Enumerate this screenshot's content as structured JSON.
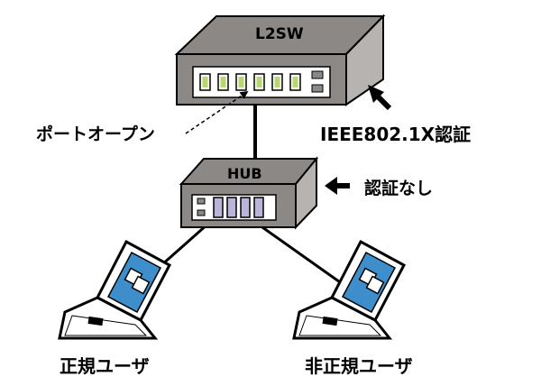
{
  "diagram": {
    "l2sw": {
      "label": "L2SW",
      "ports": 6
    },
    "hub": {
      "label": "HUB",
      "ports": 4
    },
    "annotations": {
      "port_open": "ポートオープン",
      "ieee": "IEEE802.1X認証",
      "no_auth": "認証なし"
    },
    "users": {
      "legit": "正規ユーザ",
      "illegit": "非正規ユーザ"
    },
    "colors": {
      "device_outline": "#000000",
      "device_body": "#8c8886",
      "device_side": "#b7b3b1",
      "device_front_panel": "#ffffff",
      "led_green": "#b6d96e",
      "hub_port": "#b9b4d8",
      "screen": "#3d8ecb"
    }
  }
}
